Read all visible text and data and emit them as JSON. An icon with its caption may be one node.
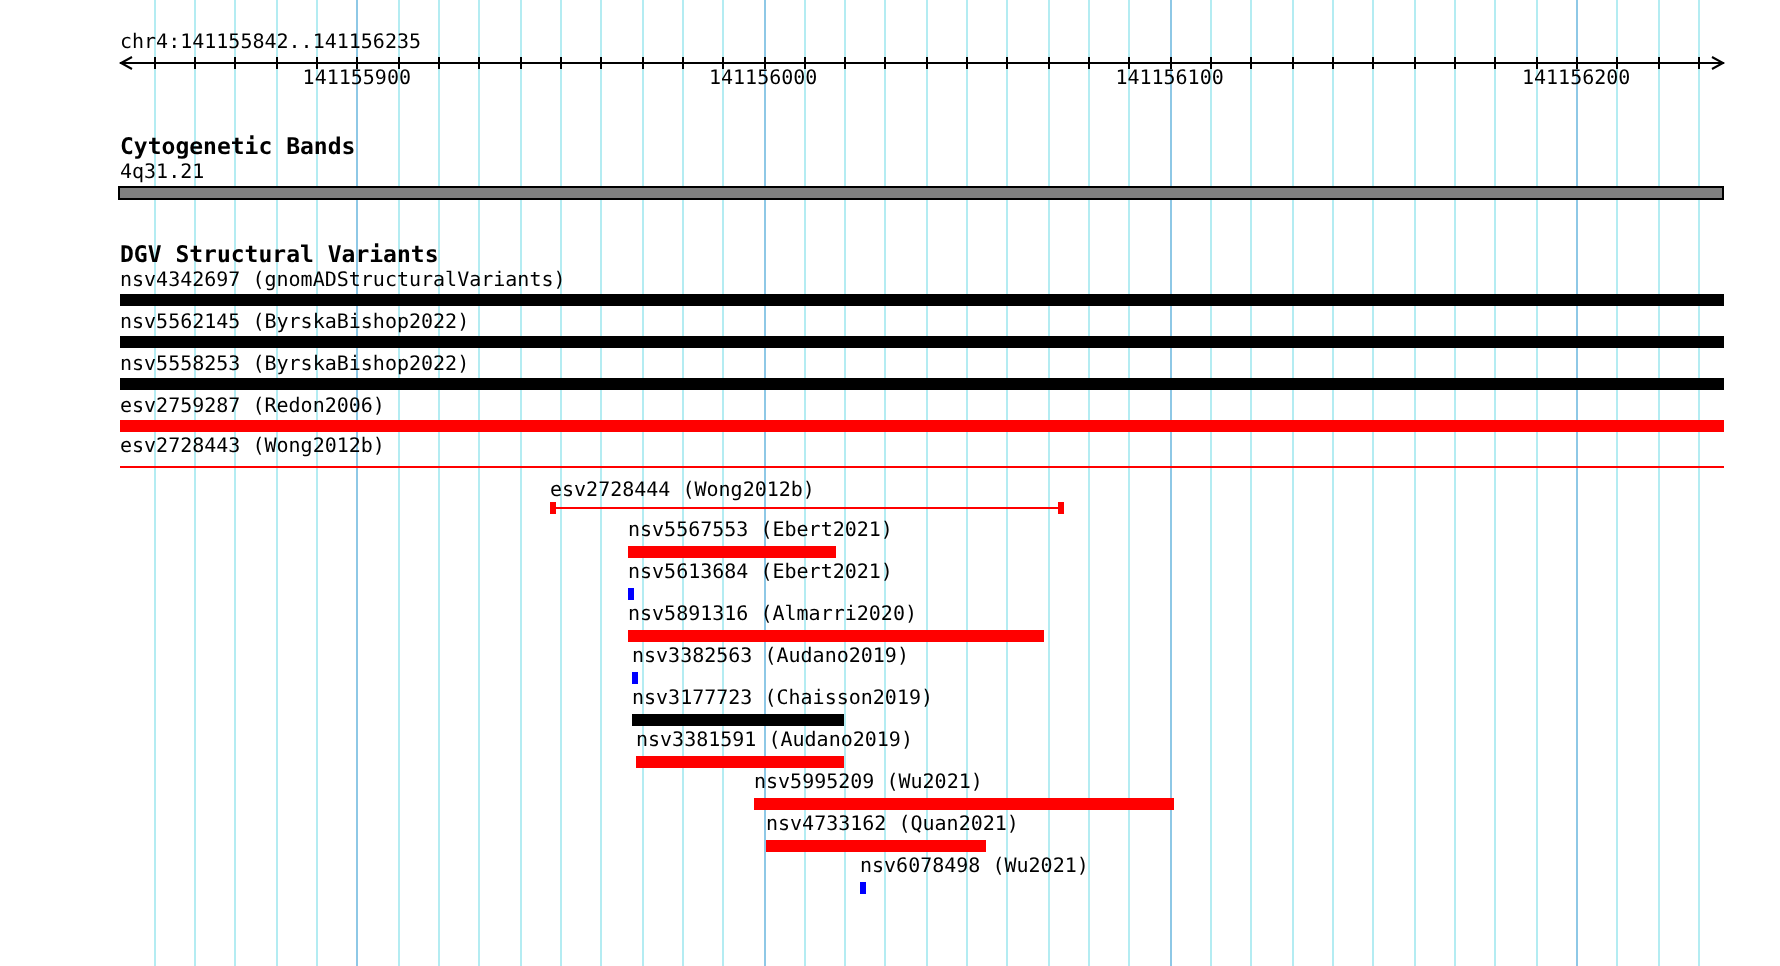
{
  "diagram": {
    "nodes": [
      {
        "text": [
          "4q31.21"
        ]
      },
      {
        "text": [
          "nsv4342697 (gnomADStructuralVariants)"
        ]
      },
      {
        "text": [
          "nsv5562145 (ByrskaBishop2022)"
        ]
      },
      {
        "text": [
          "nsv5558253 (ByrskaBishop2022)"
        ]
      },
      {
        "text": [
          "esv2759287 (Redon2006)"
        ]
      },
      {
        "text": [
          "esv2728443 (Wong2012b)"
        ]
      },
      {
        "text": [
          "esv2728444 (Wong2012b)"
        ]
      },
      {
        "text": [
          "nsv5567553 (Ebert2021)"
        ]
      },
      {
        "text": [
          "nsv5613684 (Ebert2021)"
        ]
      },
      {
        "text": [
          "nsv5891316 (Almarri2020)"
        ]
      },
      {
        "text": [
          "nsv3382563 (Audano2019)"
        ]
      },
      {
        "text": [
          "nsv3177723 (Chaisson2019)"
        ]
      },
      {
        "text": [
          "nsv3381591 (Audano2019)"
        ]
      },
      {
        "text": [
          "nsv5995209 (Wu2021)"
        ]
      },
      {
        "text": [
          "nsv4733162 (Quan2021)"
        ]
      },
      {
        "text": [
          "nsv6078498 (Wu2021)"
        ]
      }
    ],
    "labels": [
      "chr4:141155842..141156235",
      "141155900",
      "141156000",
      "141156100",
      "141156200",
      "Cytogenetic Bands",
      "DGV Structural Variants"
    ]
  }
}
